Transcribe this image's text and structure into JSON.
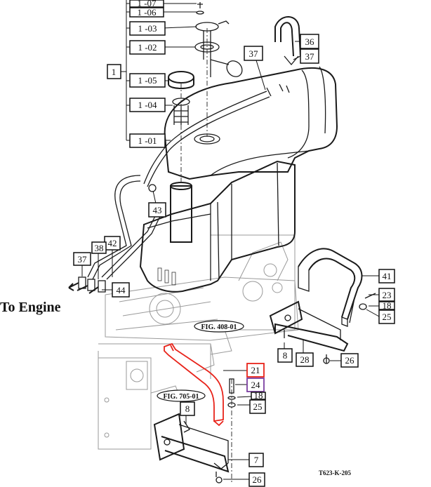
{
  "diagram": {
    "destination_label": "To Engine",
    "drawing_code": "T623-K-205",
    "fig_refs": [
      "FIG. 408-01",
      "FIG. 705-01"
    ],
    "part_labels": {
      "p1": "1",
      "p1_07": "1 -07",
      "p1_06": "1 -06",
      "p1_03": "1 -03",
      "p1_02": "1 -02",
      "p1_05": "1 -05",
      "p1_04": "1 -04",
      "p1_01": "1 -01",
      "p36": "36",
      "p37_top": "37",
      "p37_mid": "37",
      "p43": "43",
      "p42": "42",
      "p38": "38",
      "p37_left": "37",
      "p44": "44",
      "p41": "41",
      "p23": "23",
      "p18_right": "18",
      "p25_right": "25",
      "p8_mid": "8",
      "p28": "28",
      "p26_mid": "26",
      "p21": "21",
      "p24": "24",
      "p18_low": "18",
      "p25_low": "25",
      "p8_low": "8",
      "p7": "7",
      "p26_low": "26"
    },
    "highlight_colors": {
      "p21": "#e8231a",
      "p24": "#7b3fa0",
      "bracket": "#e8231a"
    }
  }
}
